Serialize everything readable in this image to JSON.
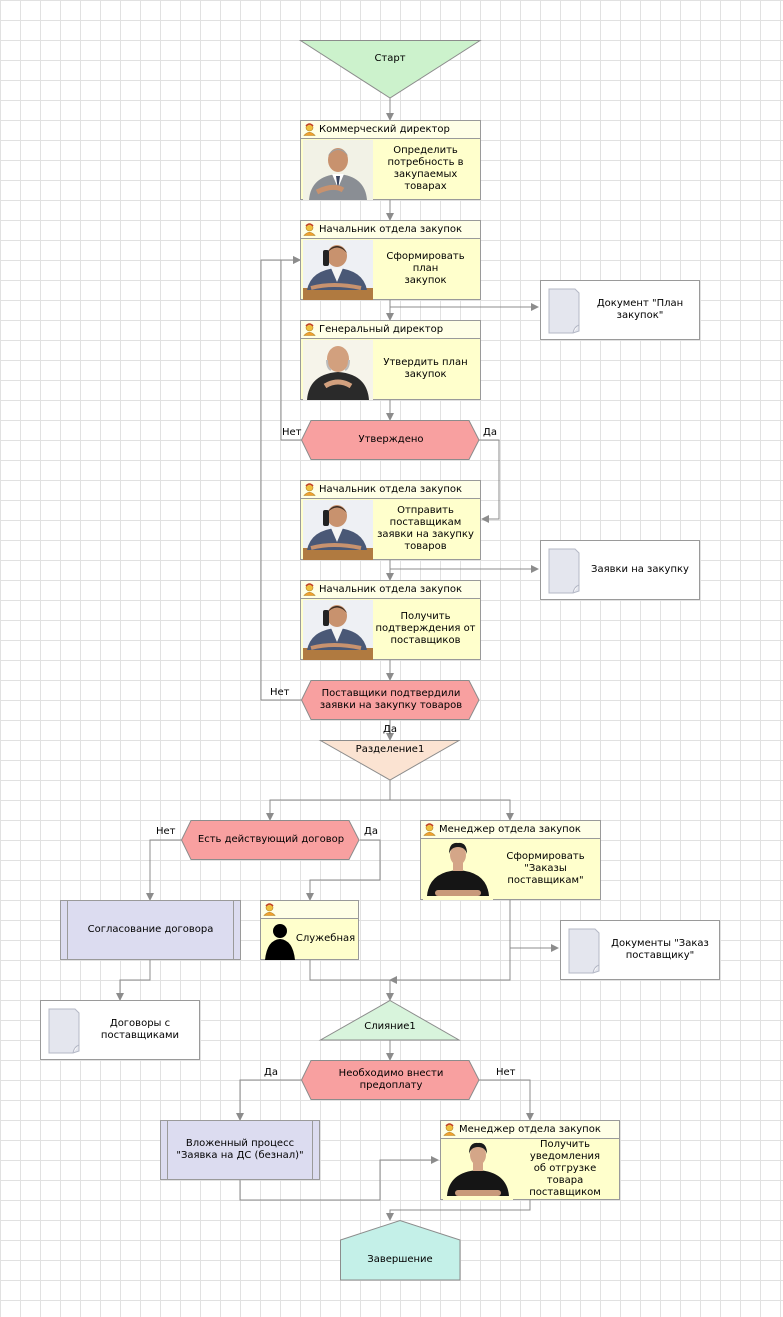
{
  "colors": {
    "start": "#ccf2cc",
    "end": "#c4f0e8",
    "decision": "#f8a0a0",
    "split": "#fbe3d2",
    "merge": "#d8f4dc",
    "task": "#ffffcc",
    "subprocess": "#dcdcf0",
    "line": "#8c8c8c"
  },
  "start": {
    "label": "Старт"
  },
  "end": {
    "label": "Завершение"
  },
  "tasks": [
    {
      "id": "t1",
      "role": "Коммерческий директор",
      "text": "Определить\nпотребность в\nзакупаемых товарах",
      "person": "man-gray"
    },
    {
      "id": "t2",
      "role": "Начальник отдела закупок",
      "text": "Сформировать план\nзакупок",
      "person": "man-phone"
    },
    {
      "id": "t3",
      "role": "Генеральный директор",
      "text": "Утвердить план\nзакупок",
      "person": "man-bald"
    },
    {
      "id": "t4",
      "role": "Начальник отдела закупок",
      "text": "Отправить\nпоставщикам\nзаявки на закупку\nтоваров",
      "person": "man-phone"
    },
    {
      "id": "t5",
      "role": "Начальник отдела закупок",
      "text": "Получить\nподтверждения от\nпоставщиков",
      "person": "man-phone"
    },
    {
      "id": "t6",
      "role": "Менеджер отдела закупок",
      "text": "Сформировать\n\"Заказы\nпоставщикам\"",
      "person": "woman"
    },
    {
      "id": "t7",
      "role": "",
      "text": "Служебная",
      "person": "silhouette"
    },
    {
      "id": "t8",
      "role": "Менеджер отдела закупок",
      "text": "Получить уведомления\nоб отгрузке товара\nпоставщиком",
      "person": "woman"
    }
  ],
  "documents": [
    {
      "id": "d1",
      "text": "Документ \"План\nзакупок\""
    },
    {
      "id": "d2",
      "text": "Заявки на закупку"
    },
    {
      "id": "d3",
      "text": "Документы \"Заказ\nпоставщику\""
    },
    {
      "id": "d4",
      "text": "Договоры с\nпоставщиками"
    }
  ],
  "decisions": [
    {
      "id": "q1",
      "text": "Утверждено",
      "yes": "Да",
      "no": "Нет"
    },
    {
      "id": "q2",
      "text": "Поставщики подтвердили\nзаявки на закупку товаров",
      "yes": "Да",
      "no": "Нет"
    },
    {
      "id": "q3",
      "text": "Есть действующий договор",
      "yes": "Да",
      "no": "Нет"
    },
    {
      "id": "q4",
      "text": "Необходимо внести\nпредоплату",
      "yes": "Да",
      "no": "Нет"
    }
  ],
  "split": {
    "label": "Разделение1"
  },
  "merge": {
    "label": "Слияние1"
  },
  "subprocesses": [
    {
      "id": "s1",
      "text": "Согласование договора"
    },
    {
      "id": "s2",
      "text": "Вложенный процесс\n\"Заявка на ДС (безнал)\""
    }
  ]
}
